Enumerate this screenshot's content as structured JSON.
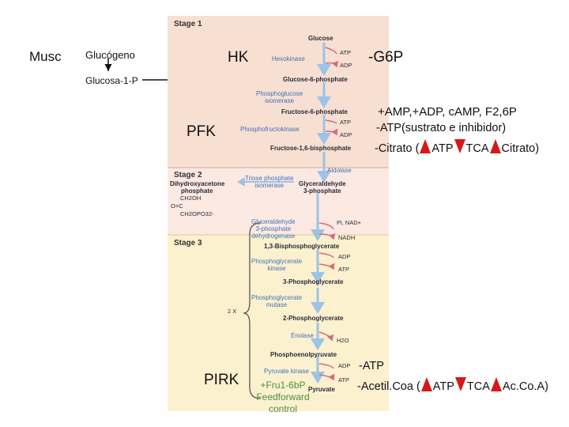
{
  "colors": {
    "stage1_bg": "#f7dfd2",
    "stage2_bg": "#fbe9e2",
    "stage3_bg": "#fbf1cf",
    "enzyme_text": "#3f72b8",
    "pathway_arrow": "#9dc3e6",
    "cofactor_arrow": "#d86b7c",
    "highlight_arrow": "#3fbf3f",
    "regulation_arrow": "#d81818",
    "feedforward_text": "#4d8f3a"
  },
  "left": {
    "musc": "Musc",
    "glucogeno": "Glucógeno",
    "glucosa1p": "Glucosa-1-P"
  },
  "labels": {
    "hk": "HK",
    "g6p": "-G6P",
    "pfk": "PFK",
    "pirk": "PIRK"
  },
  "pfk_regulation": {
    "line1": "+AMP,+ADP, cAMP, F2,6P",
    "line2": "-ATP(sustrato e inhibidor)",
    "line3_prefix": "-Citrato (",
    "line3_atp": "ATP",
    "line3_tca": "TCA",
    "line3_citrato": "Citrato)",
    "line3_citrato_word": "Citrato"
  },
  "pirk_regulation": {
    "line1": "-ATP",
    "line2_prefix": "-Acetil.Coa (",
    "line2_atp": "ATP",
    "line2_tca": "TCA",
    "line2_acoa": "Ac.Co.A)"
  },
  "feedforward": {
    "line1": "+Fru1-6bP",
    "line2": "Feedforward",
    "line3": "control"
  },
  "pathway": {
    "stage1": "Stage 1",
    "stage2": "Stage 2",
    "stage3": "Stage 3",
    "glucose": "Glucose",
    "hexokinase": "Hexokinase",
    "atp": "ATP",
    "adp": "ADP",
    "g6p": "Glucose-6-phosphate",
    "pgi_1": "Phosphoglucose",
    "pgi_2": "isomerase",
    "f6p": "Fructose-6-phosphate",
    "pfk": "Phosphofructokinase",
    "f16bp": "Fructose-1,6-bisphosphate",
    "aldolase": "Aldolase",
    "tpi": "Triose phosphate",
    "tpi_2": "isomerase",
    "dhap_1": "Dihydroxyacetone",
    "dhap_2": "phosphate",
    "gap_1": "Glyceraldehyde",
    "gap_2": "3-phosphate",
    "struct_top": "CH2OH",
    "struct_mid": "O=C",
    "struct_bot": "CH2OPO32-",
    "gapdh_1": "Glyceraldehyde",
    "gapdh_2": "3-phosphate",
    "gapdh_3": "dehydrogenase",
    "pi_nad": "Pi, NAD+",
    "nadh": "NADH",
    "bpg13": "1,3-Bisphosphoglycerate",
    "pgk_1": "Phosphoglycerate",
    "pgk_2": "kinase",
    "pg3": "3-Phosphoglycerate",
    "pgm_1": "Phosphoglycerate",
    "pgm_2": "mutase",
    "two_x": "2 X",
    "pg2": "2-Phosphoglycerate",
    "enolase": "Enolase",
    "h2o": "H2O",
    "pep": "Phosphoenolpyruvate",
    "pk": "Pyruvate kinase",
    "pyruvate": "Pyruvate"
  }
}
